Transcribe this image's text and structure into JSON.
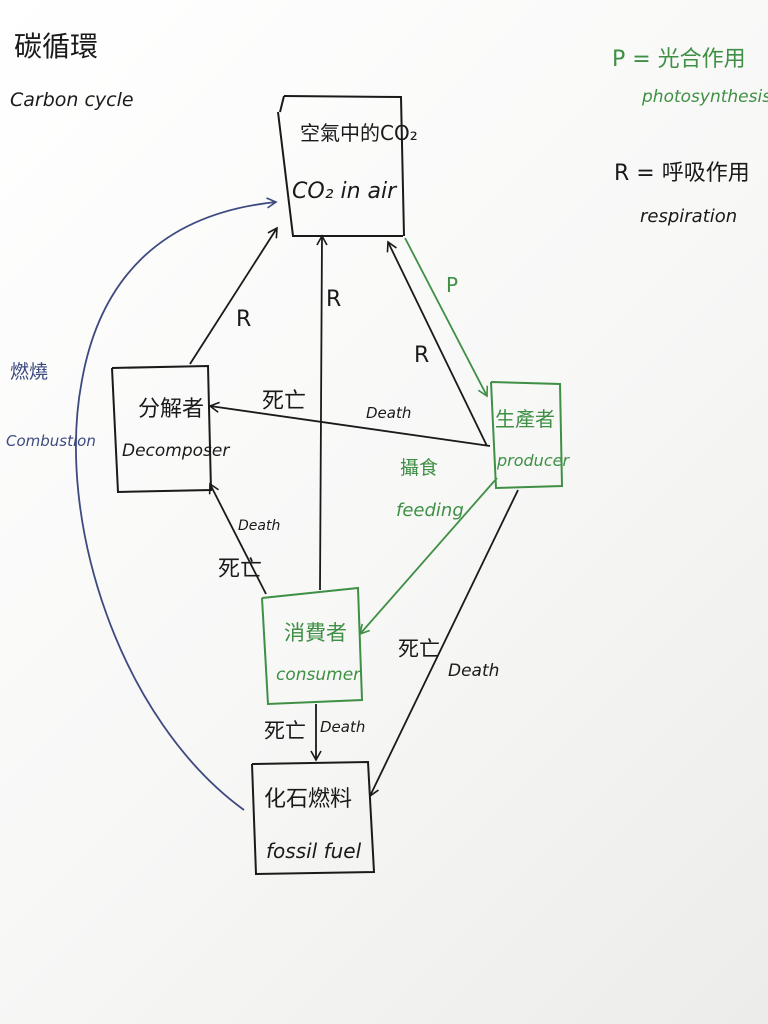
{
  "title_cn": "碳循環",
  "title_en": "Carbon cycle",
  "legend": {
    "p_cn": "P = 光合作用",
    "p_en": "photosynthesis",
    "r_cn": "R = 呼吸作用",
    "r_en": "respiration"
  },
  "nodes": {
    "air": {
      "cn": "空氣中的CO₂",
      "en": "CO₂ in air"
    },
    "decomposer": {
      "cn": "分解者",
      "en": "Decomposer"
    },
    "producer": {
      "cn": "生產者",
      "en": "producer"
    },
    "consumer": {
      "cn": "消費者",
      "en": "consumer"
    },
    "fossil": {
      "cn": "化石燃料",
      "en": "fossil fuel"
    }
  },
  "labels": {
    "r": "R",
    "p": "P",
    "death_cn": "死亡",
    "death_en": "Death",
    "feeding_cn": "攝食",
    "feeding_en": "feeding",
    "combustion_cn": "燃燒",
    "combustion_en": "Combustion"
  },
  "colors": {
    "ink": "#1a1a1a",
    "green": "#3f8f45",
    "blue": "#3d4a80"
  }
}
